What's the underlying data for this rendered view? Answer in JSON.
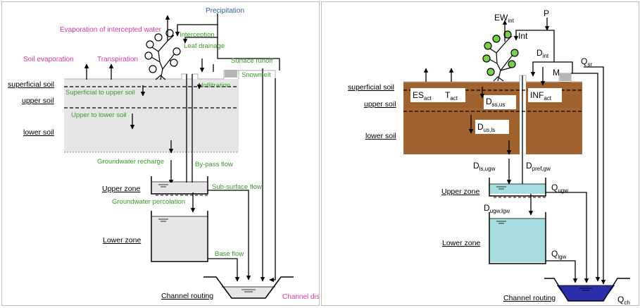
{
  "left": {
    "precipitation": "Precipitation",
    "evaporation_intercepted": "Evaporation of intercepted water",
    "interception": "Interception",
    "leaf_drainage": "Leaf drainage",
    "soil_evaporation": "Soil evaporation",
    "transpiration": "Transpiration",
    "surface_runoff": "Surface runoff",
    "snowmelt": "Snowmelt",
    "infiltration": "Infiltration",
    "superficial_soil": "superficial soil",
    "upper_soil": "upper soil",
    "lower_soil": "lower soil",
    "superficial_to_upper": "Superficial to upper soil",
    "upper_to_lower": "Upper to lower soil",
    "groundwater_recharge": "Groundwater recharge",
    "bypass_flow": "By-pass flow",
    "upper_zone": "Upper zone",
    "subsurface_flow": "Sub-surface flow",
    "groundwater_percolation": "Groundwater percolation",
    "lower_zone": "Lower zone",
    "base_flow": "Base flow",
    "channel_routing": "Channel routing",
    "channel_discharge": "Channel discharge"
  },
  "right": {
    "ew": {
      "main": "EW",
      "sub": "int"
    },
    "p": "P",
    "int": "Int",
    "d_int": {
      "main": "D",
      "sub": "int"
    },
    "q_sr": {
      "main": "Q",
      "sub": "sr"
    },
    "m": "M",
    "es": {
      "main": "ES",
      "sub": "act"
    },
    "t": {
      "main": "T",
      "sub": "act"
    },
    "d_ssus": {
      "main": "D",
      "sub": "ss,us"
    },
    "inf": {
      "main": "INF",
      "sub": "act"
    },
    "d_usls": {
      "main": "D",
      "sub": "us,ls"
    },
    "d_lsugw": {
      "main": "D",
      "sub": "ls,ugw"
    },
    "d_prefgw": {
      "main": "D",
      "sub": "pref,gw"
    },
    "q_ugw": {
      "main": "Q",
      "sub": "ugw"
    },
    "d_ugwlgw": {
      "main": "D",
      "sub": "ugw,lgw"
    },
    "q_lgw": {
      "main": "Q",
      "sub": "lgw"
    },
    "q_ch": {
      "main": "Q",
      "sub": "ch"
    },
    "superficial_soil": "superficial soil",
    "upper_soil": "upper soil",
    "lower_soil": "lower soil",
    "upper_zone": "Upper zone",
    "lower_zone": "Lower zone",
    "channel_routing": "Channel routing"
  },
  "colors": {
    "soil_grey": "#e6e6e6",
    "soil_brown": "#a0622e",
    "groundwater_cyan": "#a8dde0",
    "channel_blue": "#2a2ea8",
    "leaf_green": "#7bd04a",
    "label_green": "#3a9a2a",
    "label_magenta": "#d63aa7",
    "label_blue": "#2e5aa8"
  }
}
